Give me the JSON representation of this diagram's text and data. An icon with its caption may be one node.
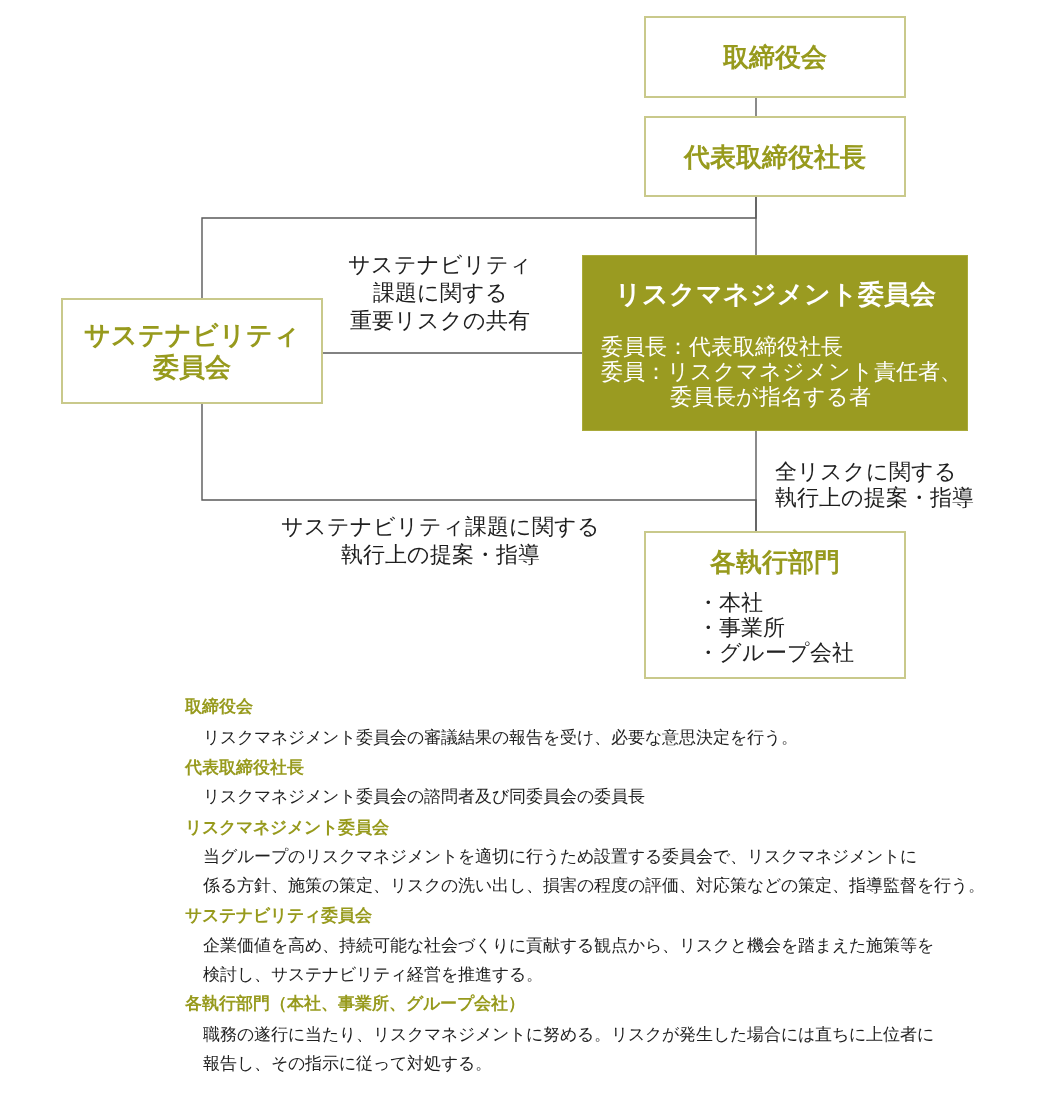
{
  "diagram": {
    "nodes": [
      {
        "text": [
          "取締役会"
        ]
      },
      {
        "text": [
          "代表取締役社長"
        ]
      },
      {
        "text": [
          "サステナビリティ委員会"
        ]
      },
      {
        "text": [
          "リスクマネジメント委員会",
          "委員長：代表取締役社長",
          "委員：リスクマネジメント責任者、委員長が指名する者"
        ]
      },
      {
        "text": [
          "各執行部門",
          "・本社",
          "・事業所",
          "・グループ会社"
        ]
      }
    ],
    "edges": [
      {
        "from": 0,
        "to": 1,
        "arrow": "none"
      },
      {
        "from": 1,
        "to": 3,
        "arrow": "none"
      },
      {
        "from": 1,
        "to": 2,
        "arrow": "none"
      },
      {
        "from": 2,
        "to": 3,
        "arrow": "none",
        "label": "サステナビリティ課題に関する重要リスクの共有"
      },
      {
        "from": 3,
        "to": 4,
        "arrow": "none",
        "label": "全リスクに関する執行上の提案・指導"
      },
      {
        "from": 2,
        "to": 4,
        "arrow": "none",
        "label": "サステナビリティ課題に関する執行上の提案・指導"
      }
    ],
    "labels": [
      "取締役会",
      "リスクマネジメント委員会の審議結果の報告を受け、必要な意思決定を行う。",
      "代表取締役社長",
      "リスクマネジメント委員会の諮問者及び同委員会の委員長",
      "リスクマネジメント委員会",
      "当グループのリスクマネジメントを適切に行うため設置する委員会で、リスクマネジメントに係る方針、施策の策定、リスクの洗い出し、損害の程度の評価、対応策などの策定、指導監督を行う。",
      "サステナビリティ委員会",
      "企業価値を高め、持続可能な社会づくりに貢献する観点から、リスクと機会を踏まえた施策等を検討し、サステナビリティ経営を推進する。",
      "各執行部門（本社、事業所、グループ会社）",
      "職務の遂行に当たり、リスクマネジメントに努める。リスクが発生した場合には直ちに上位者に報告し、その指示に従って対処する。"
    ]
  }
}
